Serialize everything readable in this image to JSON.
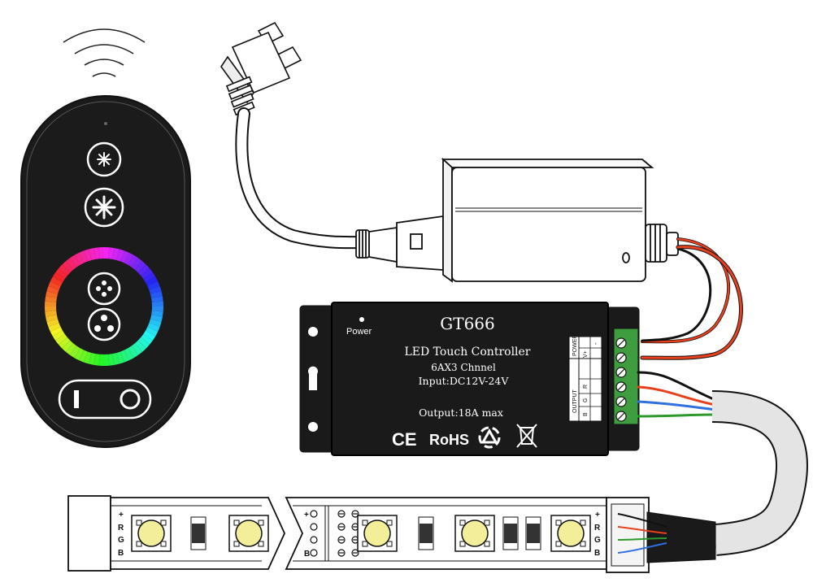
{
  "controller": {
    "power_label": "Power",
    "model": "GT666",
    "title": "LED Touch Controller",
    "channels": "6AX3 Chnnel",
    "input": "Input:DC12V-24V",
    "output": "Output:18A max",
    "ce_mark": "CE",
    "rohs_mark": "RoHS",
    "terminal_power_label": "POWER",
    "terminal_output_label": "OUTPUT",
    "terminal_v_plus": "V+",
    "terminal_minus": "-",
    "terminal_r": "R",
    "terminal_g": "G",
    "terminal_b": "B"
  },
  "strip_left": {
    "plus": "+",
    "r": "R",
    "g": "G",
    "b": "B"
  },
  "strip_mid": {
    "plus": "+",
    "b": "B"
  },
  "strip_right": {
    "plus": "+",
    "r": "R",
    "g": "G",
    "b": "B"
  },
  "colors": {
    "body_black": "#1a1a1a",
    "wire_red": "#e8401c",
    "wire_green": "#2e9a2e",
    "wire_blue": "#2f6fe0",
    "terminal_green": "#3e9d3e",
    "led_yellow": "#f3ee9a"
  }
}
